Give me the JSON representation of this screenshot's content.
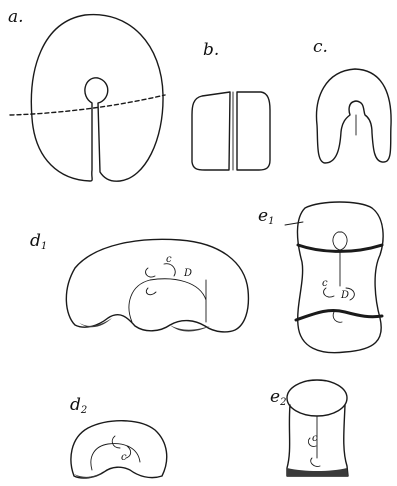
{
  "figure": {
    "panels": [
      {
        "id": "a",
        "label": "a."
      },
      {
        "id": "b",
        "label": "b."
      },
      {
        "id": "c",
        "label": "c."
      },
      {
        "id": "d1",
        "label": "d",
        "subscript": "1"
      },
      {
        "id": "e1",
        "label": "e",
        "subscript": "1"
      },
      {
        "id": "d2",
        "label": "d",
        "subscript": "2"
      },
      {
        "id": "e2",
        "label": "e",
        "subscript": "2"
      }
    ],
    "inner_labels": {
      "d1_D": "D",
      "d1_C": "c",
      "e1_D": "D",
      "e1_C": "c",
      "d2_C": "c",
      "e2_C": "c"
    }
  }
}
